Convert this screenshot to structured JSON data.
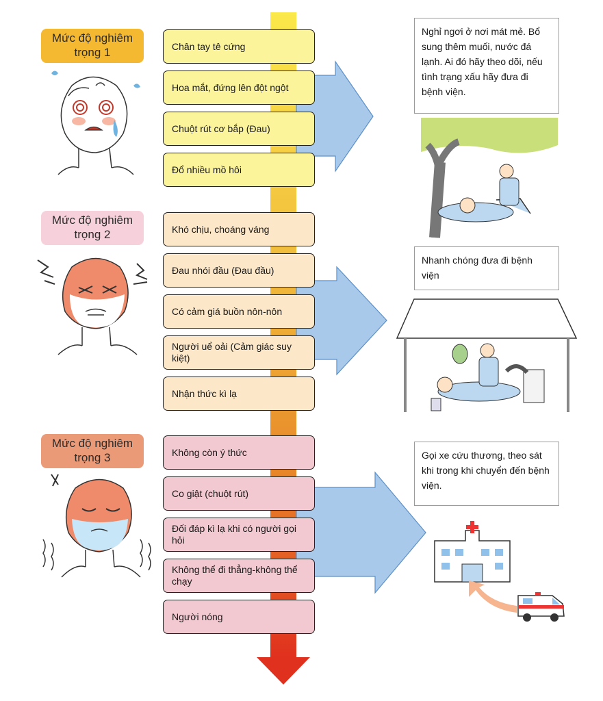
{
  "levels": [
    {
      "badge": "Mức độ nghiêm trọng 1",
      "badge_color": "#f5b931",
      "symptoms": [
        "Chân tay tê cứng",
        "Hoa mắt, đứng lên đột ngột",
        "Chuột rút cơ bắp (Đau)",
        "Đổ nhiều mồ hôi"
      ],
      "advice": "Nghỉ ngơi ở nơi mát mẻ. Bổ sung thêm muối, nước đá lạnh. Ai đó hãy theo dõi, nếu tình trạng xấu hãy đưa đi bệnh viện.",
      "box_color": "#fcf49b"
    },
    {
      "badge": "Mức độ nghiêm trọng 2",
      "badge_color": "#f6d0da",
      "symptoms": [
        "Khó chịu, choáng váng",
        "Đau nhói đầu (Đau đầu)",
        "Có cảm giá buồn nôn-nôn",
        "Người uể oải (Cảm giác suy kiệt)",
        "Nhận thức kì lạ"
      ],
      "advice": "Nhanh chóng đưa đi bệnh viện",
      "box_color": "#fde7c9"
    },
    {
      "badge": "Mức độ nghiêm trọng 3",
      "badge_color": "#eb9a78",
      "symptoms": [
        "Không còn ý thức",
        "Co giật (chuột rút)",
        "Đối đáp kì lạ khi có người gọi hỏi",
        "Không thể đi thẳng-không thể chạy",
        "Người nóng"
      ],
      "advice": "Gọi xe cứu thương, theo sát khi trong khi chuyển đến bệnh viện.",
      "box_color": "#f3c9d1"
    }
  ],
  "colors": {
    "gradient_top": "#fbe84a",
    "gradient_mid": "#f0a02f",
    "gradient_bottom": "#e0301e",
    "arrow_fill": "#a9c9ea",
    "arrow_stroke": "#5b8fc8"
  },
  "icons": [
    "dizzy-face-icon",
    "headache-face-icon",
    "feverish-face-icon",
    "resting-under-tree-illustration",
    "fanning-patient-tent-illustration",
    "hospital-icon",
    "ambulance-icon"
  ]
}
